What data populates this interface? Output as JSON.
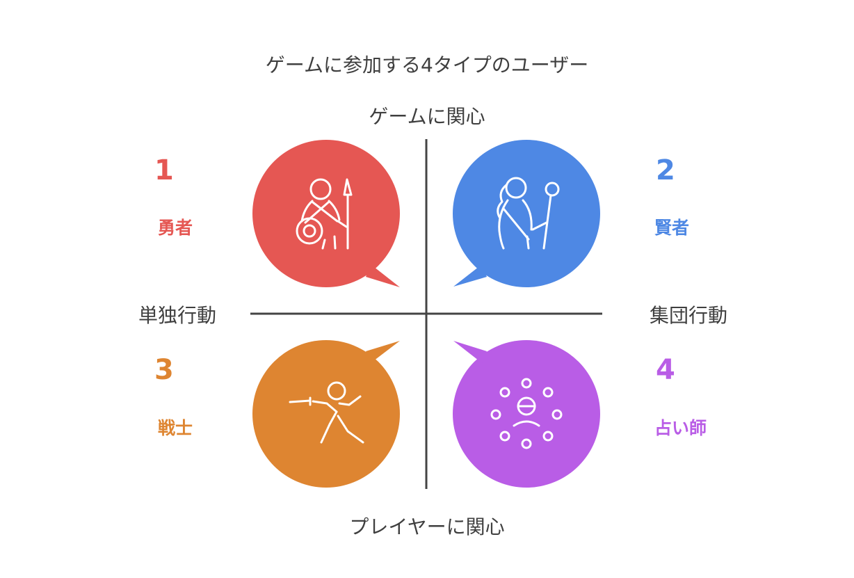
{
  "title": "ゲームに参加する4タイプのユーザー",
  "axes": {
    "top": "ゲームに関心",
    "bottom": "プレイヤーに関心",
    "left": "単独行動",
    "right": "集団行動"
  },
  "quadrants": [
    {
      "number": "1",
      "name": "勇者",
      "color": "#e55753",
      "icon": "warrior-icon"
    },
    {
      "number": "2",
      "name": "賢者",
      "color": "#4e88e4",
      "icon": "sage-icon"
    },
    {
      "number": "3",
      "name": "戦士",
      "color": "#de8531",
      "icon": "fencer-icon"
    },
    {
      "number": "4",
      "name": "占い師",
      "color": "#b95de6",
      "icon": "fortune-teller-icon"
    }
  ]
}
